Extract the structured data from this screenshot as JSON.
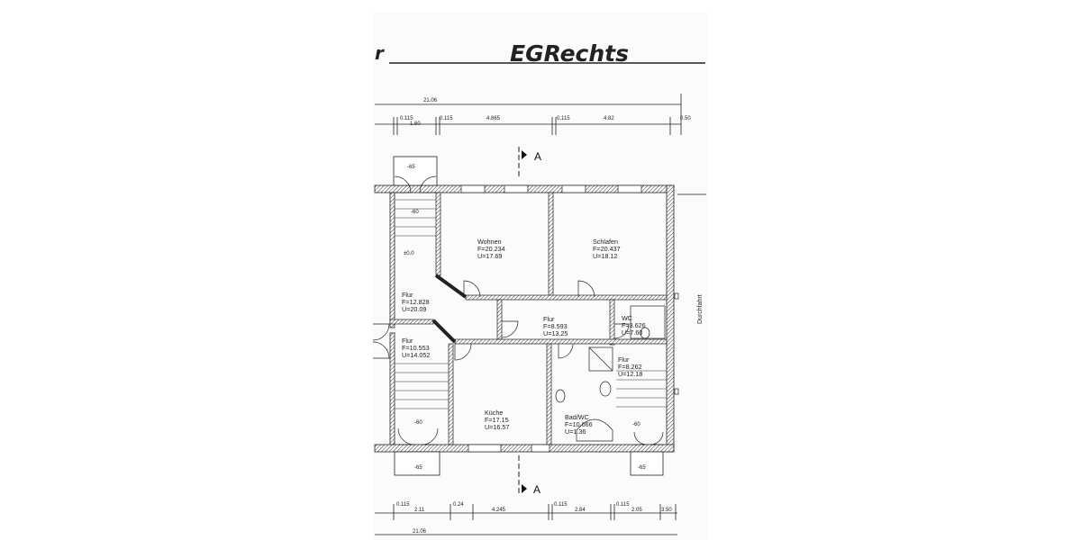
{
  "title_handwritten": "EGRechts",
  "title_fragment": "r",
  "dimensions_top": {
    "overall": "21.06",
    "parts": [
      "0.115",
      "1.60",
      "0.115",
      "4.865",
      "0.115",
      "4.82",
      "0.50"
    ]
  },
  "dimensions_bottom": {
    "overall": "21.06",
    "parts": [
      "0.115",
      "2.11",
      "0.24",
      "4.245",
      "0.115",
      "2.84",
      "0.115",
      "2.05",
      "3.50"
    ]
  },
  "section_marker": "A",
  "side_label": "Durchfahrt",
  "levels": {
    "top_landing": "-65",
    "top_stair": "-60",
    "top_hall": "±0.0",
    "bottom_left_stair": "-60",
    "bottom_left_landing": "-65",
    "bottom_right_stair": "-60",
    "bottom_right_landing": "-65"
  },
  "rooms": [
    {
      "id": "wohnen",
      "name": "Wohnen",
      "area": "F=20.234",
      "perimeter": "U=17.69"
    },
    {
      "id": "schlafen",
      "name": "Schlafen",
      "area": "F=20.437",
      "perimeter": "U=18.12"
    },
    {
      "id": "flur-1",
      "name": "Flur",
      "area": "F=12.828",
      "perimeter": "U=20.09"
    },
    {
      "id": "flur-2",
      "name": "Flur",
      "area": "F=8.593",
      "perimeter": "U=13.25"
    },
    {
      "id": "wc",
      "name": "WC",
      "area": "F=3.626",
      "perimeter": "U=7.60"
    },
    {
      "id": "flur-3",
      "name": "Flur",
      "area": "F=10.553",
      "perimeter": "U=14.052"
    },
    {
      "id": "flur-4",
      "name": "Flur",
      "area": "F=8.262",
      "perimeter": "U=12.18"
    },
    {
      "id": "kueche",
      "name": "Küche",
      "area": "F=17.15",
      "perimeter": "U=16.57"
    },
    {
      "id": "bad-wc",
      "name": "Bad/WC",
      "area": "F=10.666",
      "perimeter": "U=1.36"
    }
  ]
}
